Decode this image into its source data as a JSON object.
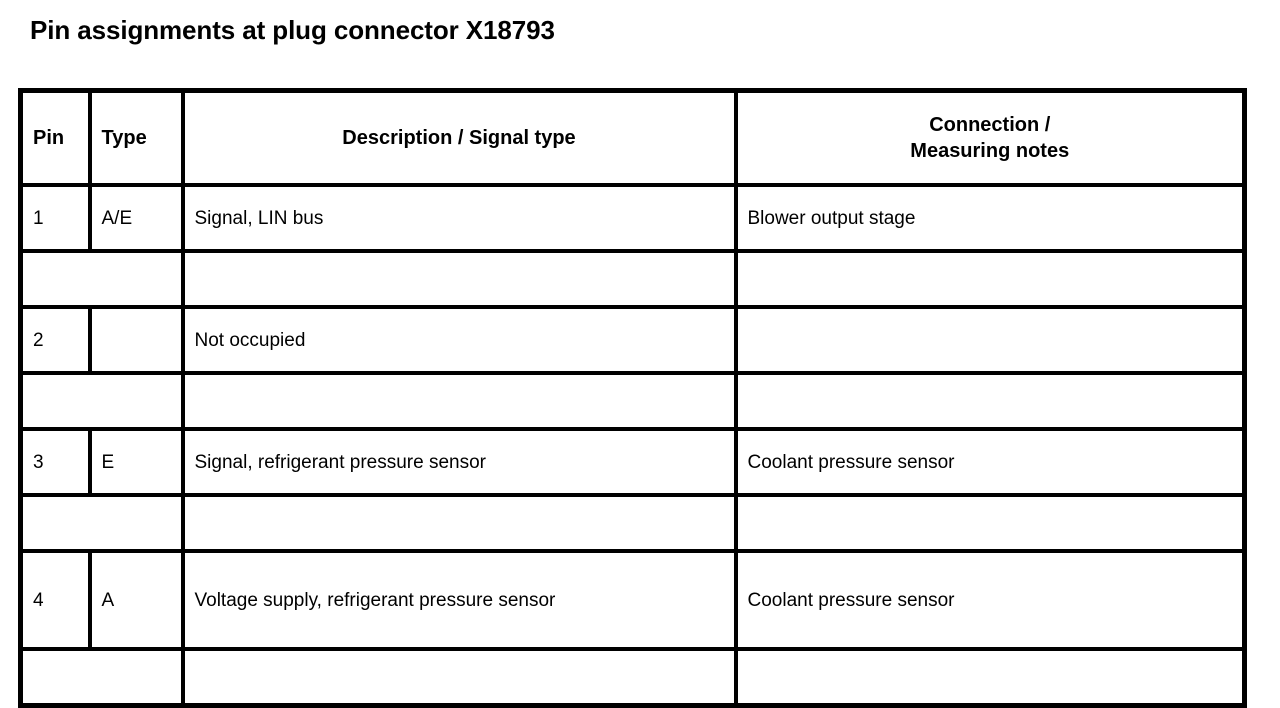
{
  "document": {
    "title": "Pin assignments at plug connector X18793",
    "connector_id": "X18793"
  },
  "colors": {
    "background": "#ffffff",
    "text": "#000000",
    "border": "#000000"
  },
  "table": {
    "headers": {
      "pin": "Pin",
      "type": "Type",
      "description": "Description / Signal type",
      "connection_line1": "Connection /",
      "connection_line2": "Measuring notes"
    },
    "rows": [
      {
        "kind": "data",
        "pin": "1",
        "type": "A/E",
        "description": "Signal, LIN bus",
        "connection": "Blower output stage"
      },
      {
        "kind": "spacer",
        "pin": "",
        "type": "",
        "description": "",
        "connection": ""
      },
      {
        "kind": "data",
        "pin": "2",
        "type": "",
        "description": "Not occupied",
        "connection": ""
      },
      {
        "kind": "spacer",
        "pin": "",
        "type": "",
        "description": "",
        "connection": ""
      },
      {
        "kind": "data",
        "pin": "3",
        "type": "E",
        "description": "Signal, refrigerant pressure sensor",
        "connection": "Coolant pressure sensor"
      },
      {
        "kind": "spacer",
        "pin": "",
        "type": "",
        "description": "",
        "connection": ""
      },
      {
        "kind": "data-tall",
        "pin": "4",
        "type": "A",
        "description": "Voltage supply, refrigerant pressure sensor",
        "connection": "Coolant pressure sensor"
      },
      {
        "kind": "spacer",
        "pin": "",
        "type": "",
        "description": "",
        "connection": ""
      }
    ]
  }
}
